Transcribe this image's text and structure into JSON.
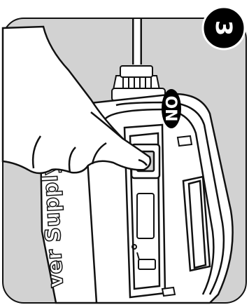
{
  "step_badge": {
    "number": "3"
  },
  "on_label": {
    "text": "ON"
  },
  "device": {
    "label": "ver Supply"
  },
  "colors": {
    "panel_bg": "#d2d2d2",
    "outline": "#111111",
    "device_fill": "#ffffff",
    "badge_fill": "#000000",
    "badge_text": "#ffffff"
  }
}
